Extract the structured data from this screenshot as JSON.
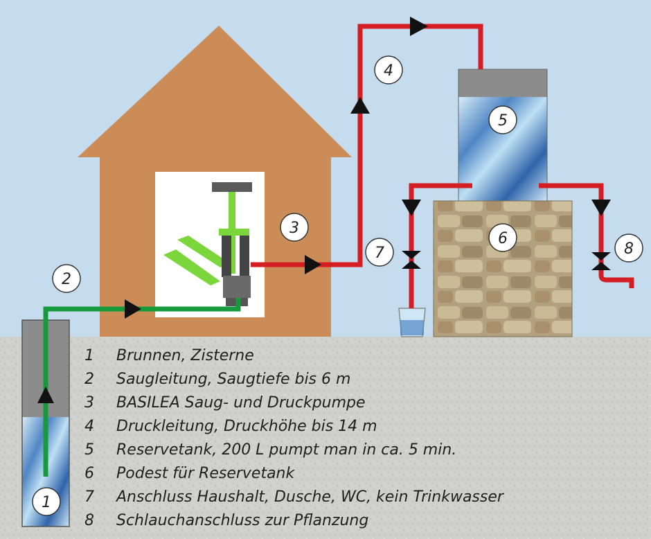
{
  "colors": {
    "sky": "#c5dcee",
    "ground": "#d0d0cc",
    "house": "#cc8c58",
    "suction_pipe": "#169a3c",
    "pressure_pipe": "#d41e24",
    "tank_cap": "#8c8c8c",
    "stone": "#b09a78",
    "pump_green": "#7ad63a"
  },
  "numbers": [
    {
      "id": "1",
      "text": "1"
    },
    {
      "id": "2",
      "text": "2"
    },
    {
      "id": "3",
      "text": "3"
    },
    {
      "id": "4",
      "text": "4"
    },
    {
      "id": "5",
      "text": "5"
    },
    {
      "id": "6",
      "text": "6"
    },
    {
      "id": "7",
      "text": "7"
    },
    {
      "id": "8",
      "text": "8"
    }
  ],
  "legend": [
    {
      "num": "1",
      "text": "Brunnen, Zisterne"
    },
    {
      "num": "2",
      "text": "Saugleitung, Saugtiefe bis 6 m"
    },
    {
      "num": "3",
      "text": "BASILEA Saug- und Druckpumpe"
    },
    {
      "num": "4",
      "text": "Druckleitung, Druckhöhe bis 14 m"
    },
    {
      "num": "5",
      "text": "Reservetank, 200 L pumpt man in ca. 5 min."
    },
    {
      "num": "6",
      "text": "Podest für Reservetank"
    },
    {
      "num": "7",
      "text": "Anschluss Haushalt, Dusche, WC, kein Trinkwasser"
    },
    {
      "num": "8",
      "text": "Schlauchanschluss zur Pflanzung"
    }
  ]
}
